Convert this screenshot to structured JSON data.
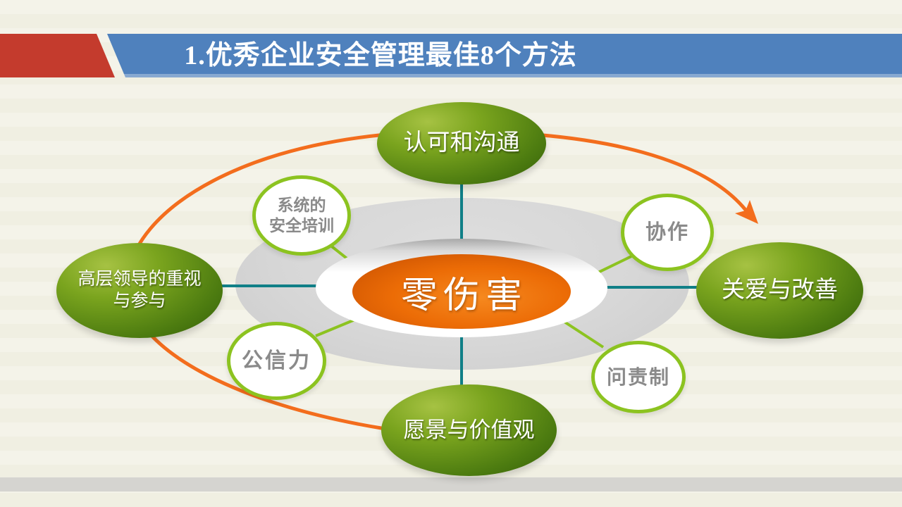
{
  "slide": {
    "background_color": "#f2f1e4",
    "footer_bar_color": "#d5d4d0",
    "header": {
      "title": "1.优秀企业安全管理最佳8个方法",
      "band_color": "#4f81bd",
      "accent_color": "#c43b2d",
      "title_color": "#ffffff"
    }
  },
  "diagram": {
    "center_node": {
      "label": "零伤害",
      "color": "#e86a08"
    },
    "platter_color": "#d7d7d7",
    "connector_teal": "#107f87",
    "connector_green": "#8cc320",
    "flow_arrow_color": "#f36d1d",
    "green_nodes": [
      {
        "id": "top",
        "label": "认可和沟通"
      },
      {
        "id": "left",
        "line1": "高层领导的重视",
        "line2": "与参与"
      },
      {
        "id": "right",
        "label": "关爱与改善"
      },
      {
        "id": "bottom",
        "label": "愿景与价值观"
      }
    ],
    "outline_nodes": [
      {
        "id": "training",
        "line1": "系统的",
        "line2": "安全培训"
      },
      {
        "id": "collaboration",
        "label": "协作"
      },
      {
        "id": "credibility",
        "label": "公信力"
      },
      {
        "id": "accountability",
        "label": "问责制"
      }
    ]
  }
}
